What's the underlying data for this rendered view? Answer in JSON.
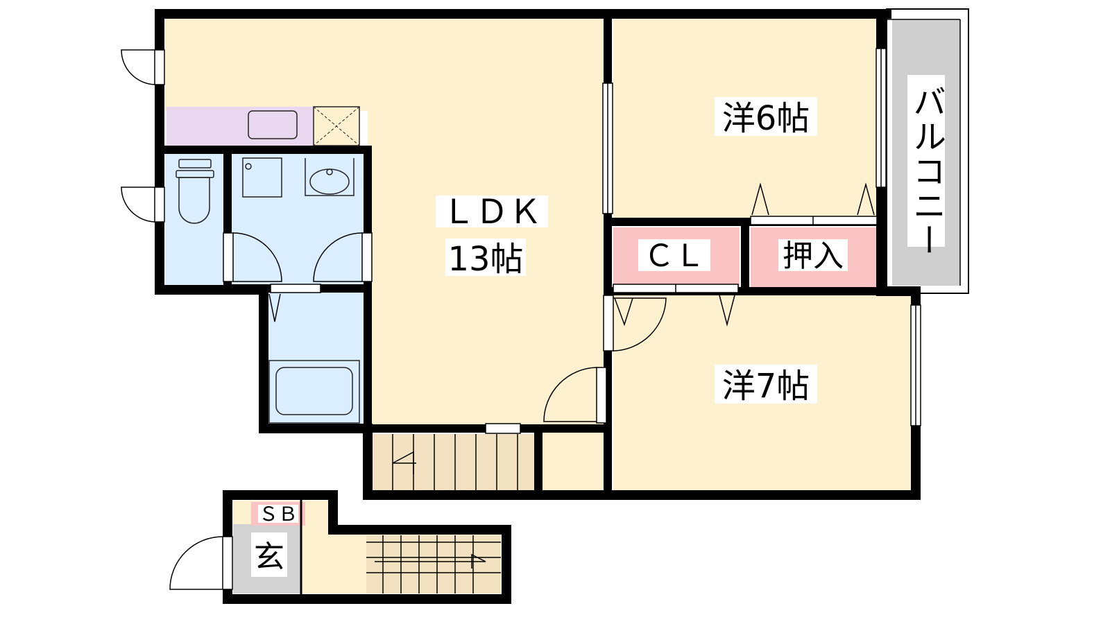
{
  "rooms": {
    "ldk_name": "ＬＤＫ",
    "ldk_size": "13帖",
    "west6": "洋6帖",
    "west7": "洋7帖",
    "closet": "ＣＬ",
    "oshiire": "押入",
    "balcony": "バルコニー",
    "entrance": "玄",
    "shoebox": "ＳＢ"
  },
  "colors": {
    "living": "#fdf1cf",
    "wet": "#dbeeff",
    "kitchen": "#ead8f0",
    "closet": "#fbc4c4",
    "balcony": "#cfcfcf",
    "stairs": "#f3e2c2",
    "entrance_floor": "#d2d2d2"
  }
}
